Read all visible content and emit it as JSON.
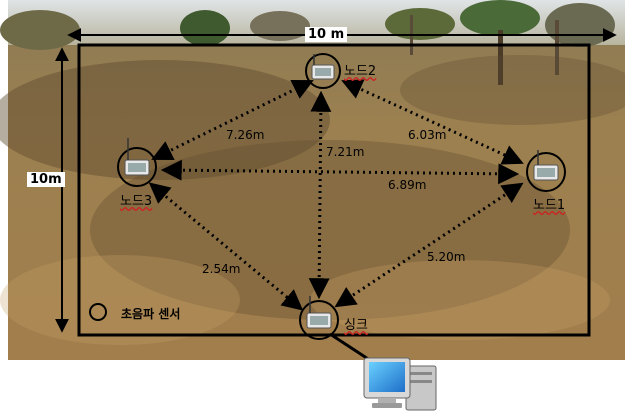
{
  "dimensions": {
    "width_label": "10 m",
    "height_label": "10m"
  },
  "nodes": {
    "node2": {
      "label": "노드2",
      "icon": "sensor-node-icon"
    },
    "node3": {
      "label": "노드3",
      "icon": "sensor-node-icon"
    },
    "node1": {
      "label": "노드1",
      "icon": "sensor-node-icon"
    },
    "sink": {
      "label": "싱크",
      "icon": "sensor-node-icon"
    }
  },
  "distances": {
    "node3_node2": "7.26m",
    "node2_sink": "7.21m",
    "node2_node1": "6.03m",
    "node3_node1": "6.89m",
    "node3_sink": "2.54m",
    "node1_sink": "5.20m"
  },
  "legend": {
    "label": "초음파 센서",
    "icon": "circle-icon"
  },
  "computer": {
    "icon": "computer-monitor-icon"
  },
  "colors": {
    "line": "#000000",
    "grass": "#9a7a4a",
    "sky": "#cfd6d8"
  }
}
